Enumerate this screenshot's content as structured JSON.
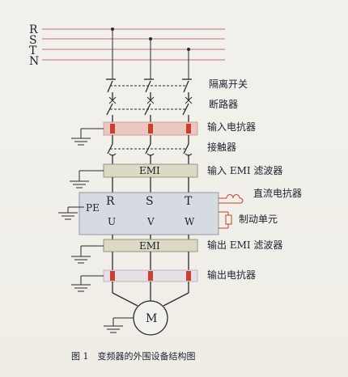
{
  "bus_labels": [
    "R",
    "S",
    "T",
    "N"
  ],
  "components": {
    "isolating_switch": "隔离开关",
    "circuit_breaker": "断路器",
    "input_reactor": "输入电抗器",
    "contactor": "接触器",
    "input_emi_filter": "输入 EMI 滤波器",
    "dc_reactor": "直流电抗器",
    "braking_unit": "制动单元",
    "output_emi_filter": "输出 EMI 滤波器",
    "output_reactor": "输出电抗器"
  },
  "box_text": {
    "emi_in": "EMI",
    "emi_out": "EMI",
    "pe": "PE",
    "inputs": [
      "R",
      "S",
      "T"
    ],
    "outputs": [
      "U",
      "V",
      "W"
    ],
    "motor": "M"
  },
  "caption": "图 1　变频器的外围设备结构图",
  "colors": {
    "bus_line": "#c98a92",
    "reactor_band": "#ecc7bf",
    "reactor_core": "#c8402e",
    "emi_box": "#dcd9c4",
    "inverter_box": "#d6dbe2",
    "wire": "#2a2a32"
  }
}
